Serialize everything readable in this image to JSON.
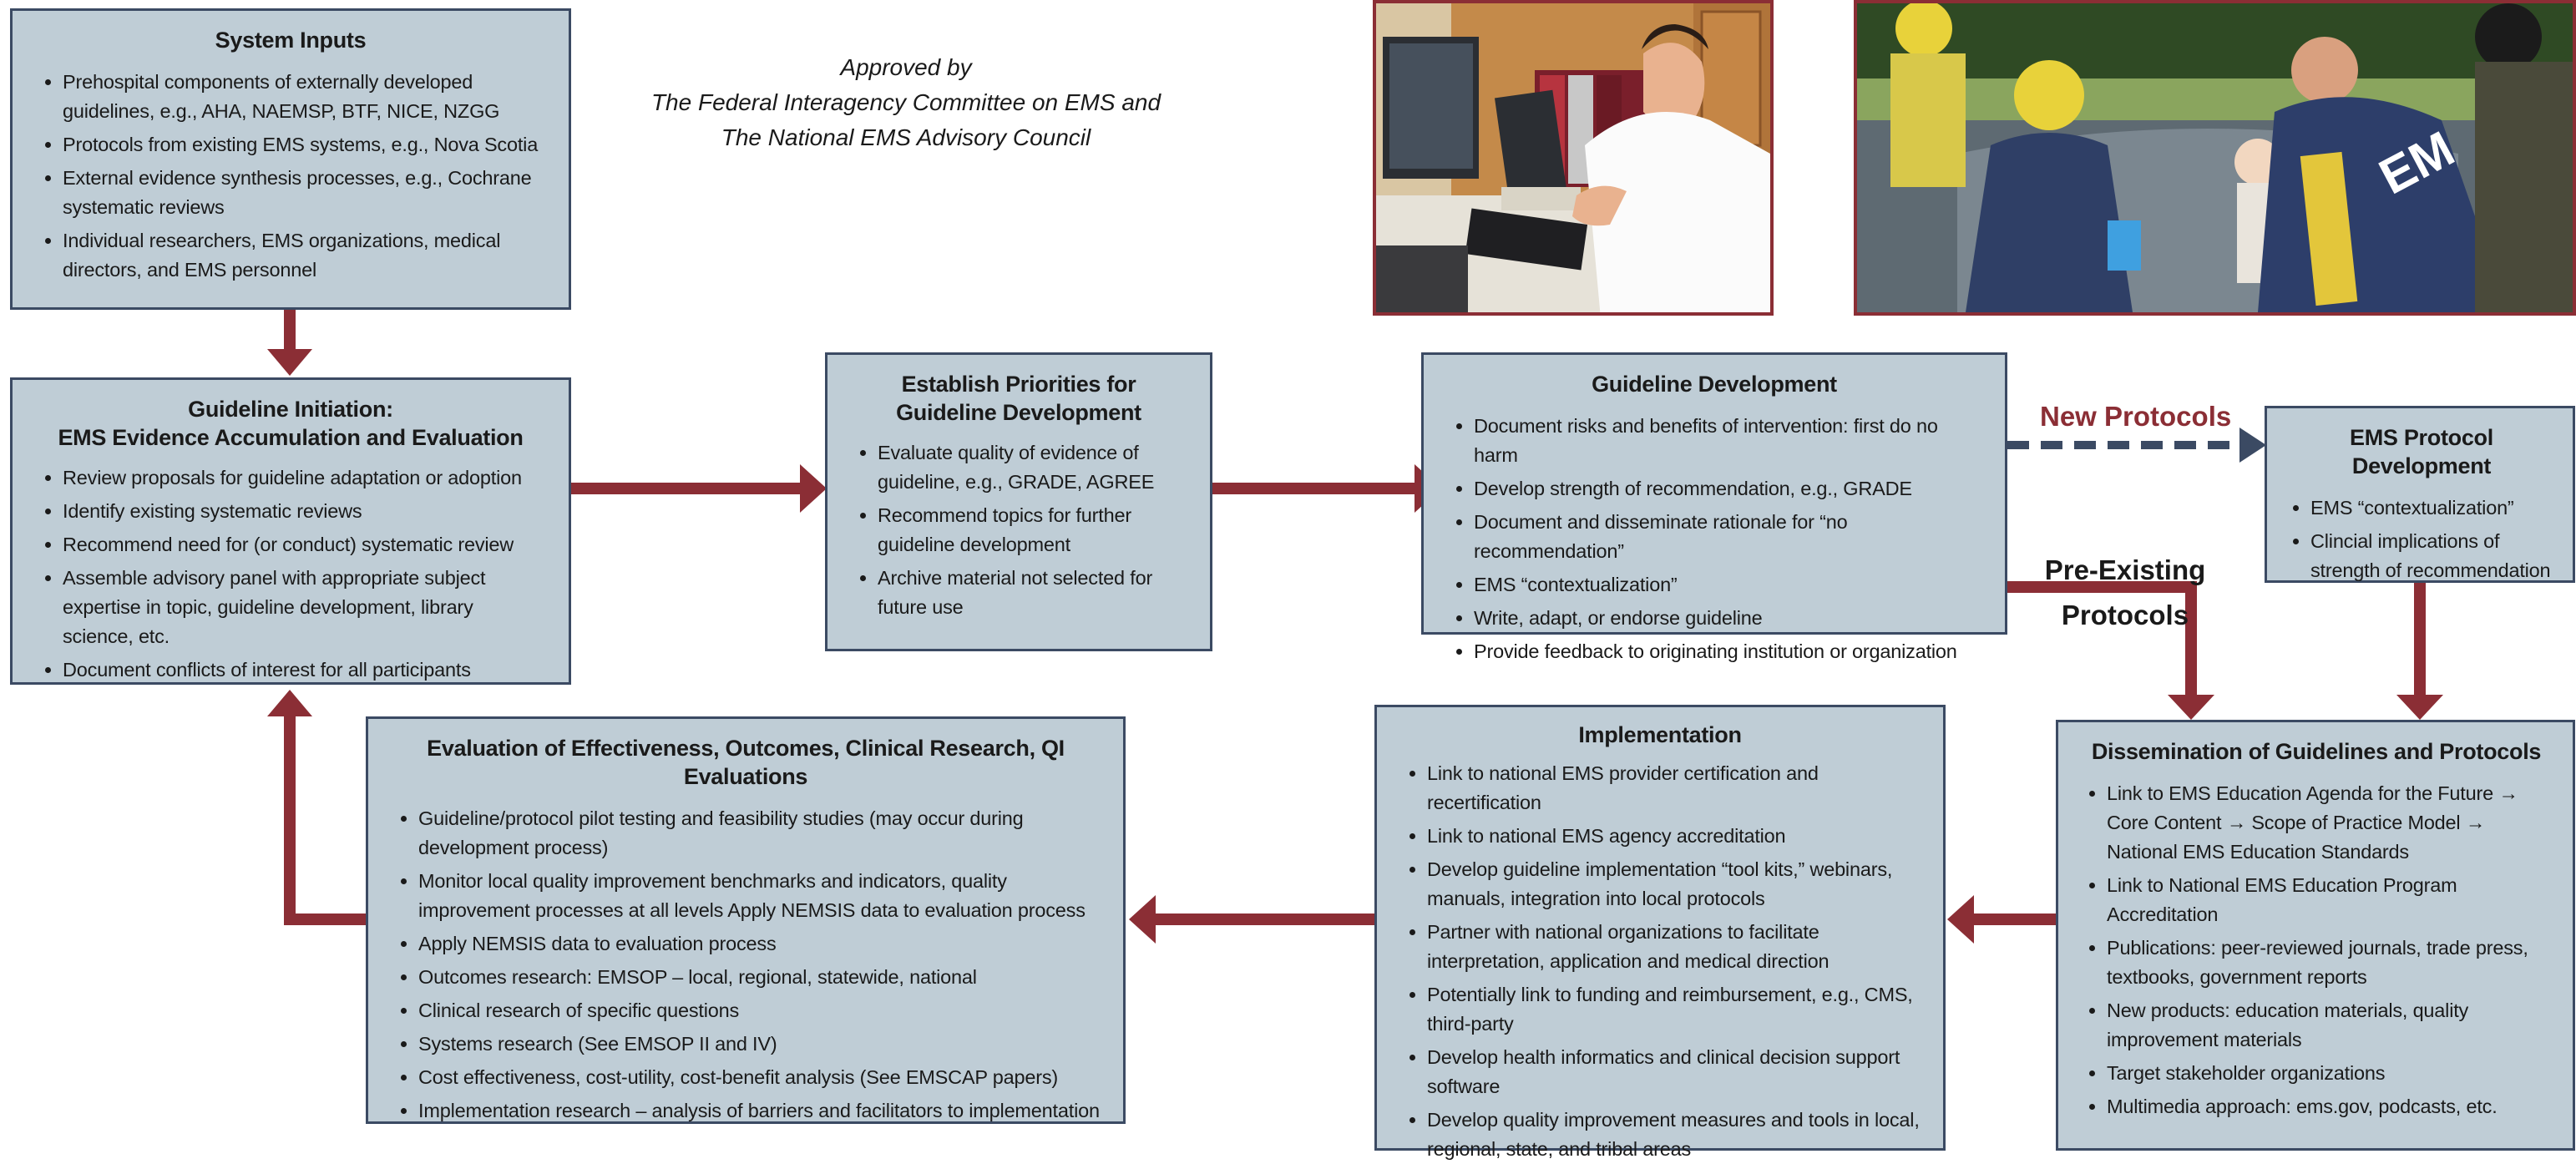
{
  "header": {
    "approved_line1": "Approved by",
    "approved_line2": "The Federal Interagency Committee on EMS and",
    "approved_line3": "The National EMS Advisory Council"
  },
  "colors": {
    "box_fill": "#bfcdd6",
    "box_border": "#3b4a63",
    "arrow": "#8b2e35",
    "dashed_arrow": "#3b4a63"
  },
  "photos": [
    {
      "name": "photo-computer-workstation",
      "icon": "person-at-computer"
    },
    {
      "name": "photo-ems-rescue-training",
      "icon": "firefighters-extrication"
    }
  ],
  "boxes": {
    "system_inputs": {
      "title": "System Inputs",
      "items": [
        "Prehospital components of externally developed guidelines, e.g., AHA, NAEMSP, BTF, NICE, NZGG",
        "Protocols from existing EMS systems, e.g., Nova Scotia",
        "External evidence synthesis processes, e.g., Cochrane systematic reviews",
        "Individual researchers, EMS organizations, medical directors, and EMS personnel"
      ]
    },
    "initiation": {
      "title_line1": "Guideline Initiation:",
      "title_line2": "EMS Evidence Accumulation and Evaluation",
      "items": [
        "Review proposals for guideline adaptation or adoption",
        "Identify existing systematic reviews",
        "Recommend need for (or conduct) systematic review",
        "Assemble advisory panel with appropriate subject expertise in topic, guideline development, library science, etc.",
        "Document conflicts of interest for all participants"
      ]
    },
    "priorities": {
      "title_line1": "Establish Priorities for",
      "title_line2": "Guideline Development",
      "items": [
        "Evaluate quality of evidence of guideline, e.g., GRADE, AGREE",
        "Recommend topics for further guideline development",
        "Archive material not selected for future use"
      ]
    },
    "development": {
      "title": "Guideline Development",
      "items": [
        "Document risks and benefits of intervention: first do no harm",
        "Develop strength of recommendation, e.g., GRADE",
        "Document and disseminate rationale for “no recommendation”",
        "EMS “contextualization”",
        "Write, adapt, or endorse guideline",
        "Provide feedback to originating institution or organization"
      ]
    },
    "protocol_dev": {
      "title": "EMS Protocol Development",
      "items": [
        "EMS “contextualization”",
        "Clincial implications of strength of recommendation"
      ]
    },
    "dissemination": {
      "title": "Dissemination of Guidelines and Protocols",
      "items": [
        "Link to EMS Education Agenda for the Future → Core Content → Scope of Practice Model → National EMS Education Standards",
        "Link to National EMS Education Program Accreditation",
        "Publications: peer-reviewed journals, trade press, textbooks, government reports",
        "New products: education materials, quality improvement materials",
        "Target stakeholder organizations",
        "Multimedia approach: ems.gov, podcasts, etc."
      ]
    },
    "implementation": {
      "title": "Implementation",
      "items": [
        "Link to national EMS provider certification and recertification",
        "Link to national EMS agency accreditation",
        "Develop guideline implementation “tool kits,” webinars, manuals, integration into local protocols",
        "Partner with national organizations to facilitate interpretation, application and medical direction",
        "Potentially link to funding and reimbursement, e.g., CMS, third-party",
        "Develop health informatics and clinical decision support software",
        "Develop quality improvement measures and tools in local, regional, state, and tribal areas"
      ]
    },
    "evaluation": {
      "title": "Evaluation of Effectiveness, Outcomes, Clinical Research, QI Evaluations",
      "items": [
        "Guideline/protocol pilot testing and feasibility studies (may occur during development process)",
        "Monitor local quality improvement benchmarks and indicators, quality improvement processes at all levels Apply NEMSIS data to evaluation process",
        "Apply NEMSIS data to evaluation process",
        "Outcomes research: EMSOP – local, regional, statewide, national",
        "Clinical research of specific questions",
        "Systems research (See EMSOP II and IV)",
        "Cost effectiveness, cost-utility, cost-benefit analysis (See EMSCAP papers)",
        "Implementation research – analysis of barriers and facilitators to implementation"
      ]
    }
  },
  "labels": {
    "new_protocols": "New Protocols",
    "pre_existing_line1": "Pre-Existing",
    "pre_existing_line2": "Protocols"
  }
}
